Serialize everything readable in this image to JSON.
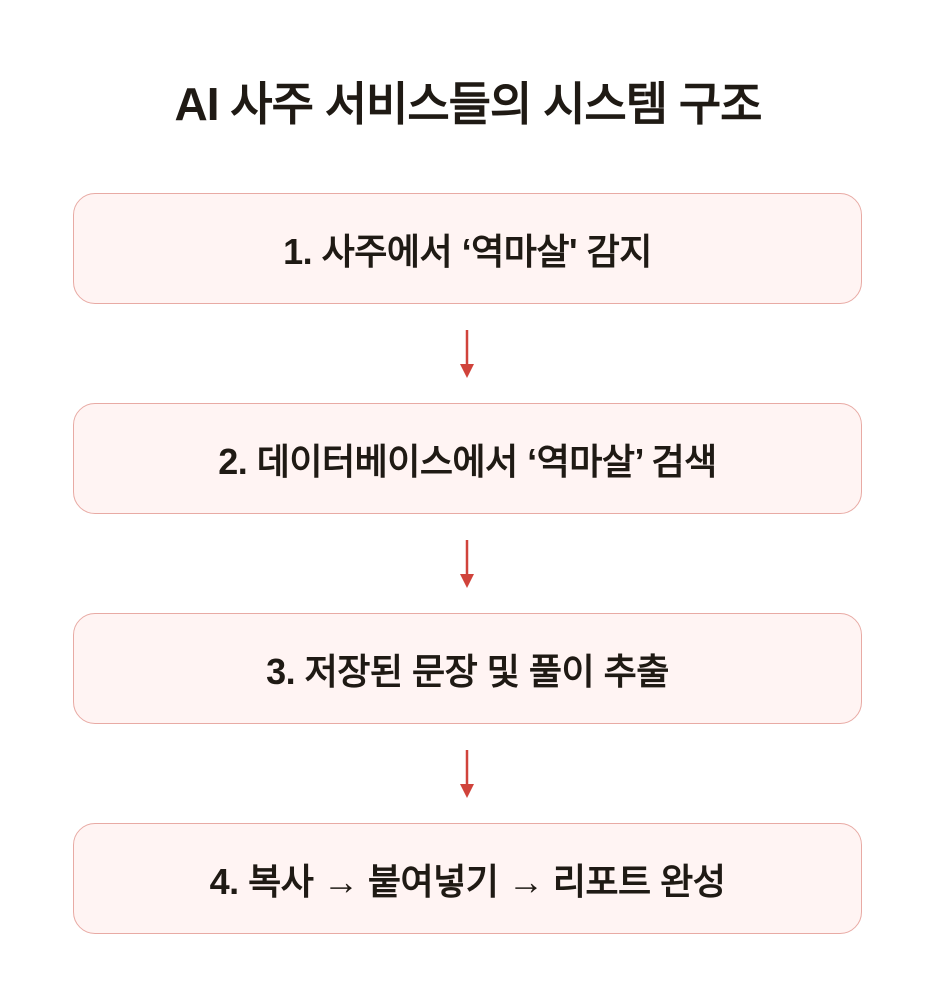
{
  "title": "AI 사주 서비스들의 시스템 구조",
  "steps": [
    {
      "label": "1. 사주에서 ‘역마살' 감지"
    },
    {
      "label": "2. 데이터베이스에서 ‘역마살’ 검색"
    },
    {
      "label": "3. 저장된 문장 및 풀이 추출"
    },
    {
      "label": "4. 복사 → 붙여넣기 → 리포트 완성"
    }
  ],
  "colors": {
    "box_fill": "#fff4f3",
    "box_border": "#e8aaa4",
    "arrow": "#d0433b",
    "text": "#1f1a14"
  }
}
